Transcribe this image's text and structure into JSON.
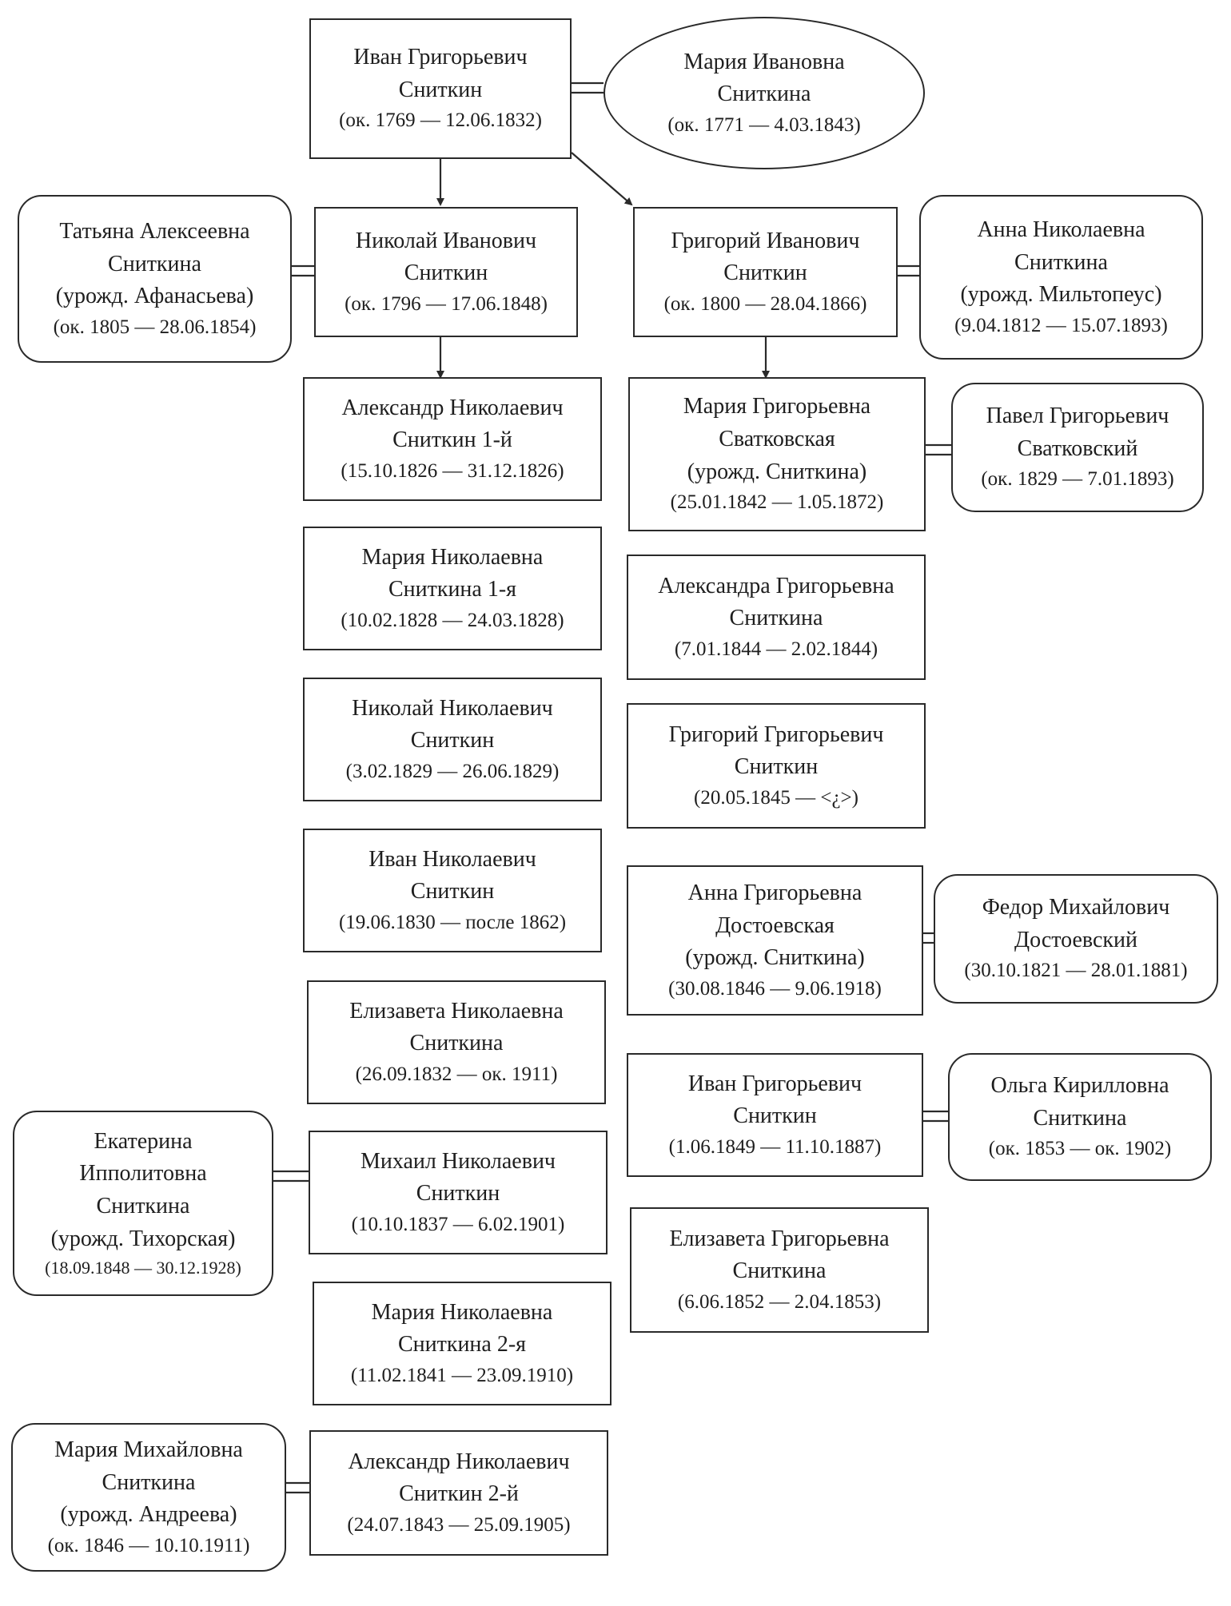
{
  "people": {
    "ivan_g": {
      "line1": "Иван Григорьевич",
      "line2": "Сниткин",
      "line3": "",
      "dates": "(ок. 1769 — 12.06.1832)"
    },
    "maria_i": {
      "line1": "Мария Ивановна",
      "line2": "Сниткина",
      "line3": "",
      "dates": "(ок. 1771 — 4.03.1843)"
    },
    "tatiana": {
      "line1": "Татьяна Алексеевна",
      "line2": "Сниткина",
      "line3": "(урожд. Афанасьева)",
      "dates": "(ок. 1805 — 28.06.1854)"
    },
    "nikolai_i": {
      "line1": "Николай Иванович",
      "line2": "Сниткин",
      "line3": "",
      "dates": "(ок. 1796 — 17.06.1848)"
    },
    "grigory_i": {
      "line1": "Григорий Иванович",
      "line2": "Сниткин",
      "line3": "",
      "dates": "(ок. 1800 — 28.04.1866)"
    },
    "anna_n": {
      "line1": "Анна Николаевна",
      "line2": "Сниткина",
      "line3": "(урожд. Мильтопеус)",
      "dates": "(9.04.1812 — 15.07.1893)"
    },
    "alexander1": {
      "line1": "Александр Николаевич",
      "line2": "Сниткин 1-й",
      "line3": "",
      "dates": "(15.10.1826 — 31.12.1826)"
    },
    "maria1": {
      "line1": "Мария Николаевна",
      "line2": "Сниткина 1-я",
      "line3": "",
      "dates": "(10.02.1828 — 24.03.1828)"
    },
    "nikolai_n": {
      "line1": "Николай Николаевич",
      "line2": "Сниткин",
      "line3": "",
      "dates": "(3.02.1829 — 26.06.1829)"
    },
    "ivan_n": {
      "line1": "Иван Николаевич",
      "line2": "Сниткин",
      "line3": "",
      "dates": "(19.06.1830 — после 1862)"
    },
    "elizaveta_n": {
      "line1": "Елизавета Николаевна",
      "line2": "Сниткина",
      "line3": "",
      "dates": "(26.09.1832 — ок. 1911)"
    },
    "ekaterina": {
      "line1": "Екатерина",
      "line2": "Ипполитовна",
      "line3": "Сниткина",
      "line4": "(урожд. Тихорская)",
      "dates": "(18.09.1848 — 30.12.1928)"
    },
    "mikhail_n": {
      "line1": "Михаил Николаевич",
      "line2": "Сниткин",
      "line3": "",
      "dates": "(10.10.1837 — 6.02.1901)"
    },
    "maria2": {
      "line1": "Мария Николаевна",
      "line2": "Сниткина 2-я",
      "line3": "",
      "dates": "(11.02.1841 — 23.09.1910)"
    },
    "maria_m": {
      "line1": "Мария Михайловна",
      "line2": "Сниткина",
      "line3": "(урожд. Андреева)",
      "dates": "(ок. 1846 — 10.10.1911)"
    },
    "alexander2": {
      "line1": "Александр Николаевич",
      "line2": "Сниткин 2-й",
      "line3": "",
      "dates": "(24.07.1843 — 25.09.1905)"
    },
    "maria_g": {
      "line1": "Мария Григорьевна",
      "line2": "Сватковская",
      "line3": "(урожд. Сниткина)",
      "dates": "(25.01.1842 — 1.05.1872)"
    },
    "pavel": {
      "line1": "Павел Григорьевич",
      "line2": "Сватковский",
      "line3": "",
      "dates": "(ок. 1829 — 7.01.1893)"
    },
    "alexandra": {
      "line1": "Александра Григорьевна",
      "line2": "Сниткина",
      "line3": "",
      "dates": "(7.01.1844 — 2.02.1844)"
    },
    "grigory_g": {
      "line1": "Григорий Григорьевич",
      "line2": "Сниткин",
      "line3": "",
      "dates": "(20.05.1845 — <¿>)"
    },
    "anna_g": {
      "line1": "Анна Григорьевна",
      "line2": "Достоевская",
      "line3": "(урожд. Сниткина)",
      "dates": "(30.08.1846 — 9.06.1918)"
    },
    "fedor": {
      "line1": "Федор Михайлович",
      "line2": "Достоевский",
      "line3": "",
      "dates": "(30.10.1821 — 28.01.1881)"
    },
    "ivan_gg": {
      "line1": "Иван Григорьевич",
      "line2": "Сниткин",
      "line3": "",
      "dates": "(1.06.1849 — 11.10.1887)"
    },
    "olga": {
      "line1": "Ольга Кирилловна",
      "line2": "Сниткина",
      "line3": "",
      "dates": "(ок. 1853 — ок. 1902)"
    },
    "elizaveta_g": {
      "line1": "Елизавета Григорьевна",
      "line2": "Сниткина",
      "line3": "",
      "dates": "(6.06.1852 — 2.04.1853)"
    }
  },
  "colors": {
    "line": "#2a2a2a",
    "text": "#1e1e1e",
    "background": "#ffffff"
  }
}
